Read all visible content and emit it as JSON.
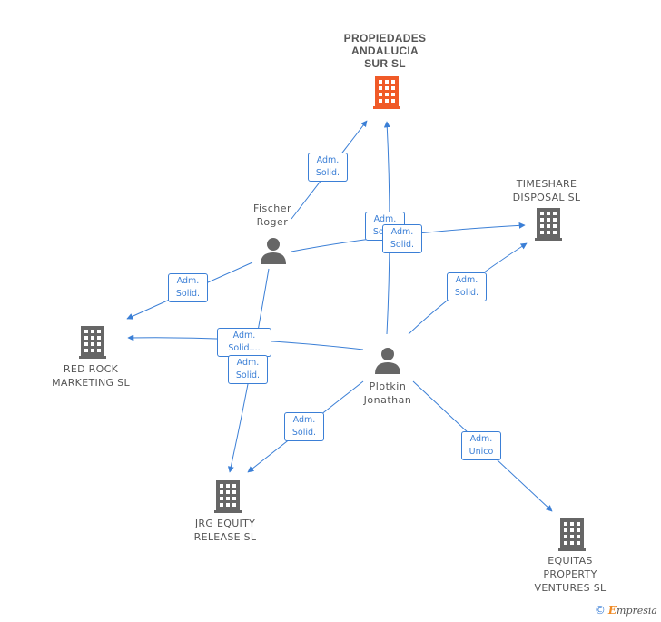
{
  "companies": {
    "propiedades": {
      "label": "PROPIEDADES\nANDALUCIA\nSUR SL",
      "color": "#f05a28",
      "icon": "building-icon"
    },
    "timeshare": {
      "label": "TIMESHARE\nDISPOSAL SL",
      "color": "#666666",
      "icon": "building-icon"
    },
    "redrock": {
      "label": "RED ROCK\nMARKETING SL",
      "color": "#666666",
      "icon": "building-icon"
    },
    "jrg": {
      "label": "JRG EQUITY\nRELEASE SL",
      "color": "#666666",
      "icon": "building-icon"
    },
    "equitas": {
      "label": "EQUITAS\nPROPERTY\nVENTURES SL",
      "color": "#666666",
      "icon": "building-icon"
    }
  },
  "persons": {
    "fischer": {
      "label": "Fischer\nRoger",
      "icon": "person-icon"
    },
    "plotkin": {
      "label": "Plotkin\nJonathan",
      "icon": "person-icon"
    }
  },
  "relations": [
    {
      "id": "r1",
      "line1": "Adm.",
      "line2": "Solid."
    },
    {
      "id": "r2",
      "line1": "Adm.",
      "line2": "Solid."
    },
    {
      "id": "r3",
      "line1": "Adm.",
      "line2": "Solid."
    },
    {
      "id": "r4",
      "line1": "Adm.",
      "line2": "Solid."
    },
    {
      "id": "r5",
      "line1": "Adm.",
      "line2": "Solid."
    },
    {
      "id": "r6",
      "line1": "Adm.",
      "line2": "Solid...."
    },
    {
      "id": "r7",
      "line1": "Adm.",
      "line2": "Solid."
    },
    {
      "id": "r8",
      "line1": "Adm.",
      "line2": "Solid."
    },
    {
      "id": "r9",
      "line1": "Adm.",
      "line2": "Unico"
    }
  ],
  "colors": {
    "edge": "#3b7fd6",
    "building": "#666666",
    "focal": "#f05a28",
    "person": "#666666"
  },
  "copyright": {
    "symbol": "©",
    "brand_first": "E",
    "brand_rest": "mpresia"
  }
}
